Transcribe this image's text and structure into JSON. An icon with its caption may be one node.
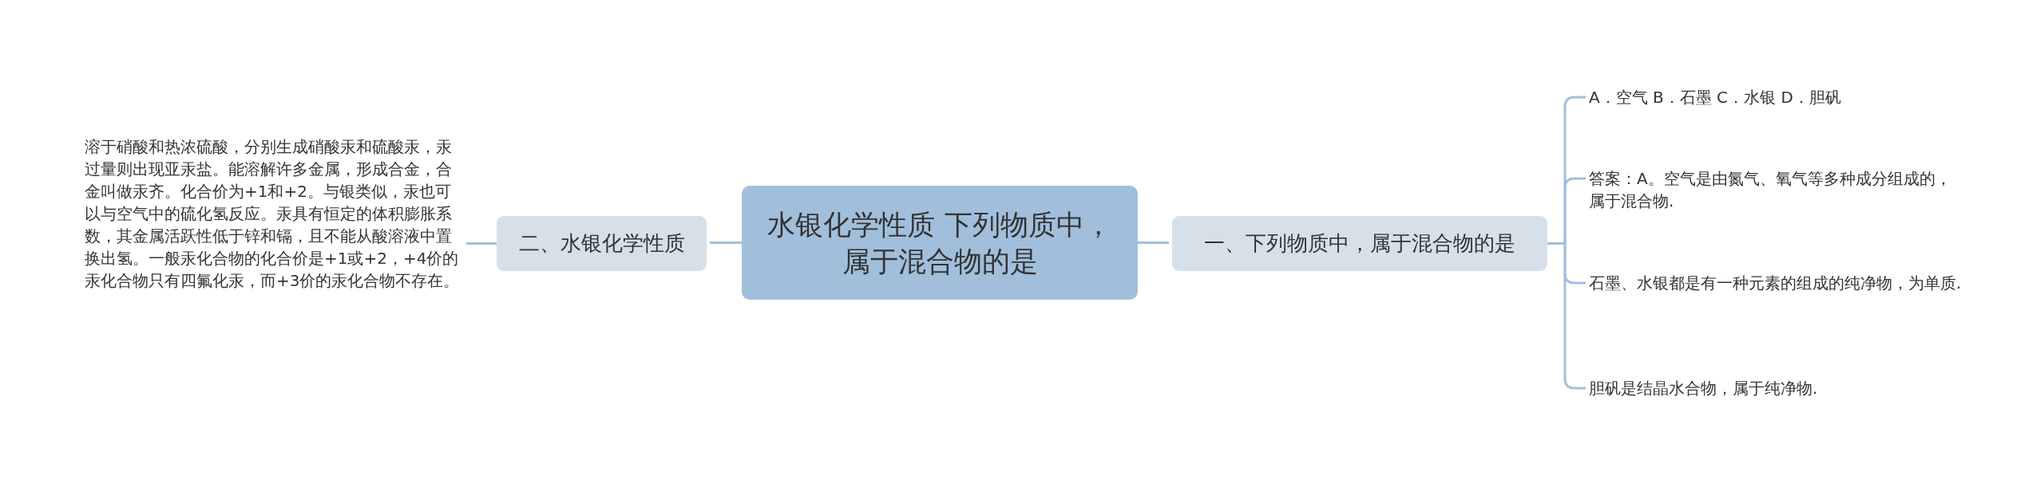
{
  "diagram": {
    "nodes": [
      {
        "text": [
          "水银化学性质 下列物质中，属于混合物的是"
        ]
      },
      {
        "text": [
          "一、下列物质中，属于混合物的是"
        ]
      },
      {
        "text": [
          "A．空气 B．石墨 C．水银 D．胆矾"
        ]
      },
      {
        "text": [
          "答案：A。空气是由氮气、氧气等多种成分组成的，属于混合物."
        ]
      },
      {
        "text": [
          "石墨、水银都是有一种元素的组成的纯净物，为单质."
        ]
      },
      {
        "text": [
          "胆矾是结晶水合物，属于纯净物."
        ]
      },
      {
        "text": [
          "二、水银化学性质"
        ]
      },
      {
        "text": [
          "溶于硝酸和热浓硫酸，分别生成硝酸汞和硫酸汞，汞过量则出现亚汞盐。能溶解许多金属，形成合金，合金叫做汞齐。化合价为+1和+2。与银类似，汞也可以与空气中的硫化氢反应。汞具有恒定的体积膨胀系数，其金属活跃性低于锌和镉，且不能从酸溶液中置换出氢。一般汞化合物的化合价是+1或+2，+4价的汞化合物只有四氟化汞，而+3价的汞化合物不存在。"
        ]
      }
    ],
    "edges": [
      {
        "from": 0,
        "to": 1,
        "arrow": "none"
      },
      {
        "from": 1,
        "to": 2,
        "arrow": "none"
      },
      {
        "from": 1,
        "to": 3,
        "arrow": "none"
      },
      {
        "from": 1,
        "to": 4,
        "arrow": "none"
      },
      {
        "from": 1,
        "to": 5,
        "arrow": "none"
      },
      {
        "from": 0,
        "to": 6,
        "arrow": "none"
      },
      {
        "from": 6,
        "to": 7,
        "arrow": "none"
      }
    ]
  }
}
